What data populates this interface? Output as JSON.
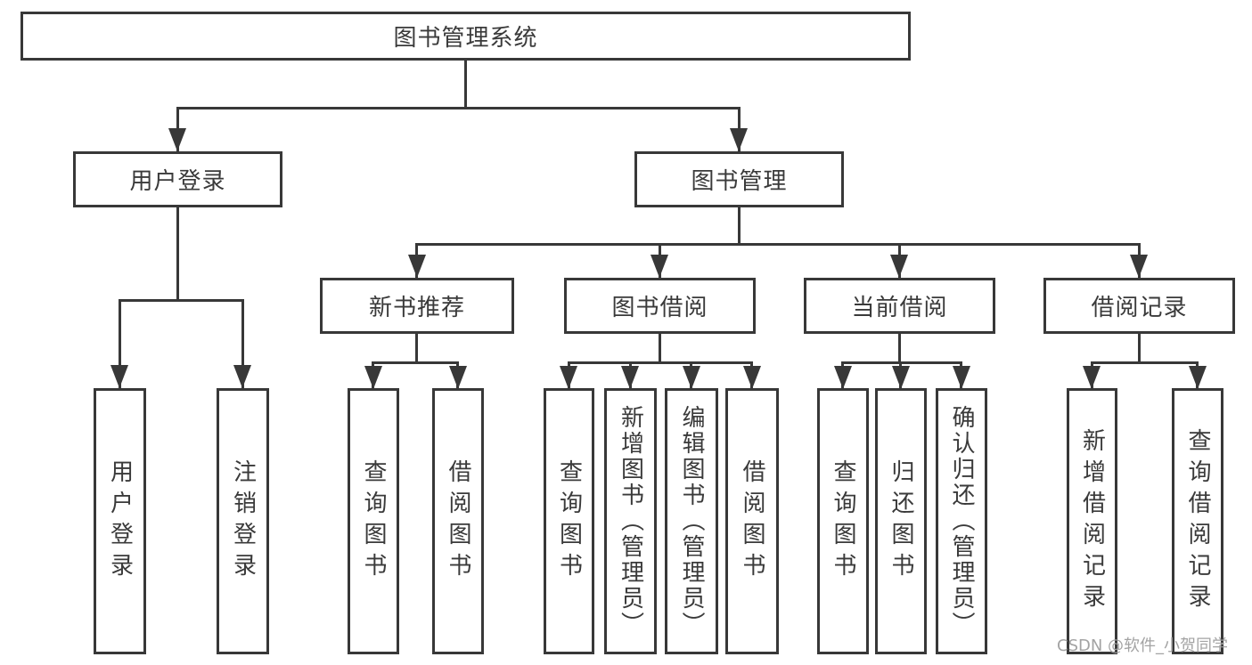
{
  "diagram_title": "图书管理系统",
  "nodes": {
    "root": "图书管理系统",
    "user_login": "用户登录",
    "book_mgmt": "图书管理",
    "new_book_rec": "新书推荐",
    "book_borrow": "图书借阅",
    "current_borrow": "当前借阅",
    "borrow_records": "借阅记录",
    "login": "用户登录",
    "logout": "注销登录",
    "rec_query_books": "查询图书",
    "rec_borrow_books": "借阅图书",
    "bb_query_books": "查询图书",
    "bb_add_books": "新增图书（管理员）",
    "bb_edit_books": "编辑图书（管理员）",
    "bb_borrow_books": "借阅图书",
    "cb_query_books": "查询图书",
    "cb_return_books": "归还图书",
    "cb_confirm_return": "确认归还（管理员）",
    "br_add_record": "新增借阅记录",
    "br_query_record": "查询借阅记录"
  },
  "watermark": "CSDN @软件_小贺同学",
  "colors": {
    "line": "#383838",
    "text": "#3a3a3a",
    "watermark": "#9e9e9e"
  }
}
